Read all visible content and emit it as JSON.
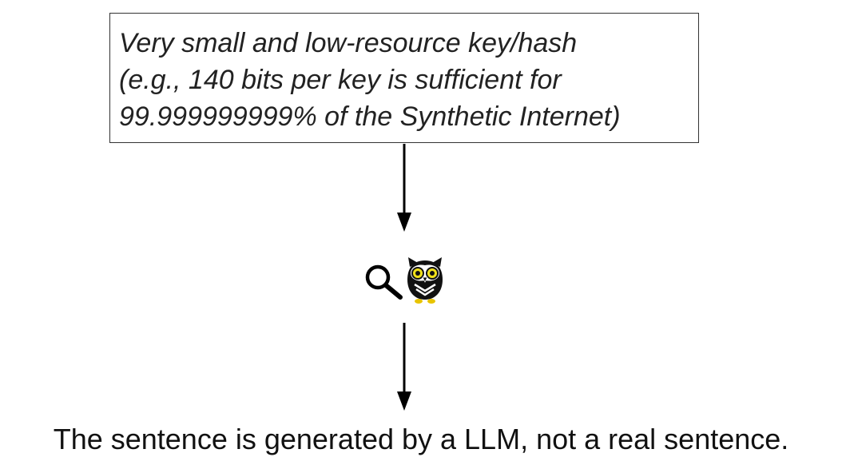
{
  "key_box": {
    "lines": [
      "Very small and low-resource key/hash",
      "(e.g., 140 bits per key is sufficient for",
      "99.999999999% of the Synthetic Internet)"
    ]
  },
  "icons": {
    "search": "search-icon",
    "owl": "owl-icon"
  },
  "result": {
    "text": "The sentence is generated by a LLM, not a real sentence."
  },
  "colors": {
    "stroke": "#000000",
    "owl_eye": "#f2e21a",
    "owl_feet": "#e8c400"
  }
}
